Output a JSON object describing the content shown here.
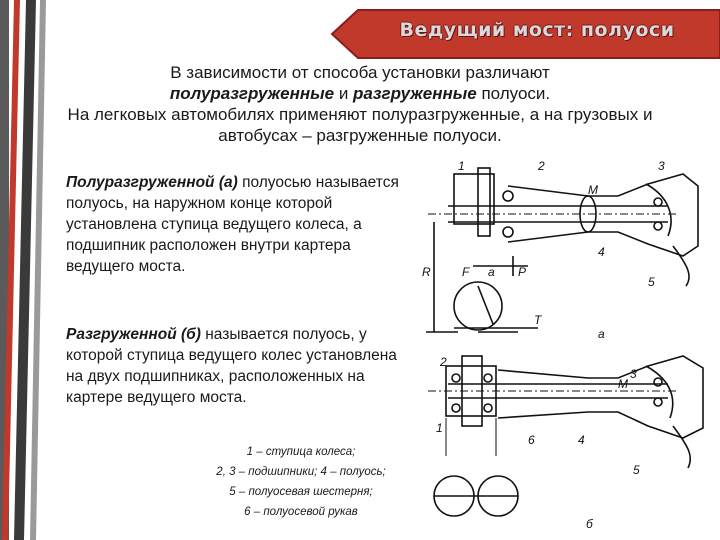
{
  "title": "Ведущий мост: полуоси",
  "intro": {
    "line1": "В зависимости от способа установки различают",
    "line2_bold1": "полуразгруженные",
    "line2_mid": " и ",
    "line2_bold2": "разгруженные",
    "line2_end": " полуоси.",
    "line3": "На легковых автомобилях применяют полуразгруженные, а на грузовых и автобусах – разгруженные полуоси."
  },
  "para1": {
    "term": "Полуразгруженной (а)",
    "text": " полуосью называется полуось, на наружном конце которой установлена ступица ведущего колеса, а подшипник расположен внутри картера ведущего моста."
  },
  "para2": {
    "term": "Разгруженной (б)",
    "text": " называется полуось, у которой ступица ведущего колес установлена на двух подшипниках, расположенных на картере ведущего моста."
  },
  "legend": [
    "1 – ступица колеса;",
    "2, 3 – подшипники; 4 – полуось;",
    "5 – полуосевая шестерня;",
    "6 – полуосевой рукав"
  ],
  "diagram_labels": {
    "a": {
      "n1": "1",
      "n2": "2",
      "n3": "3",
      "n4": "4",
      "n5": "5",
      "M": "M",
      "R": "R",
      "F": "F",
      "a": "a",
      "P": "P",
      "T": "T",
      "caption": "а"
    },
    "b": {
      "n1": "1",
      "n2": "2",
      "n3": "3",
      "n4": "4",
      "n5": "5",
      "n6": "6",
      "M": "M",
      "caption": "б"
    }
  },
  "colors": {
    "banner": "#c0392b",
    "banner_edge": "#7a1a1a",
    "stripe_dark": "#3a3a3a",
    "stripe_red": "#c0392b",
    "stripe_gray": "#9a9a9a"
  }
}
